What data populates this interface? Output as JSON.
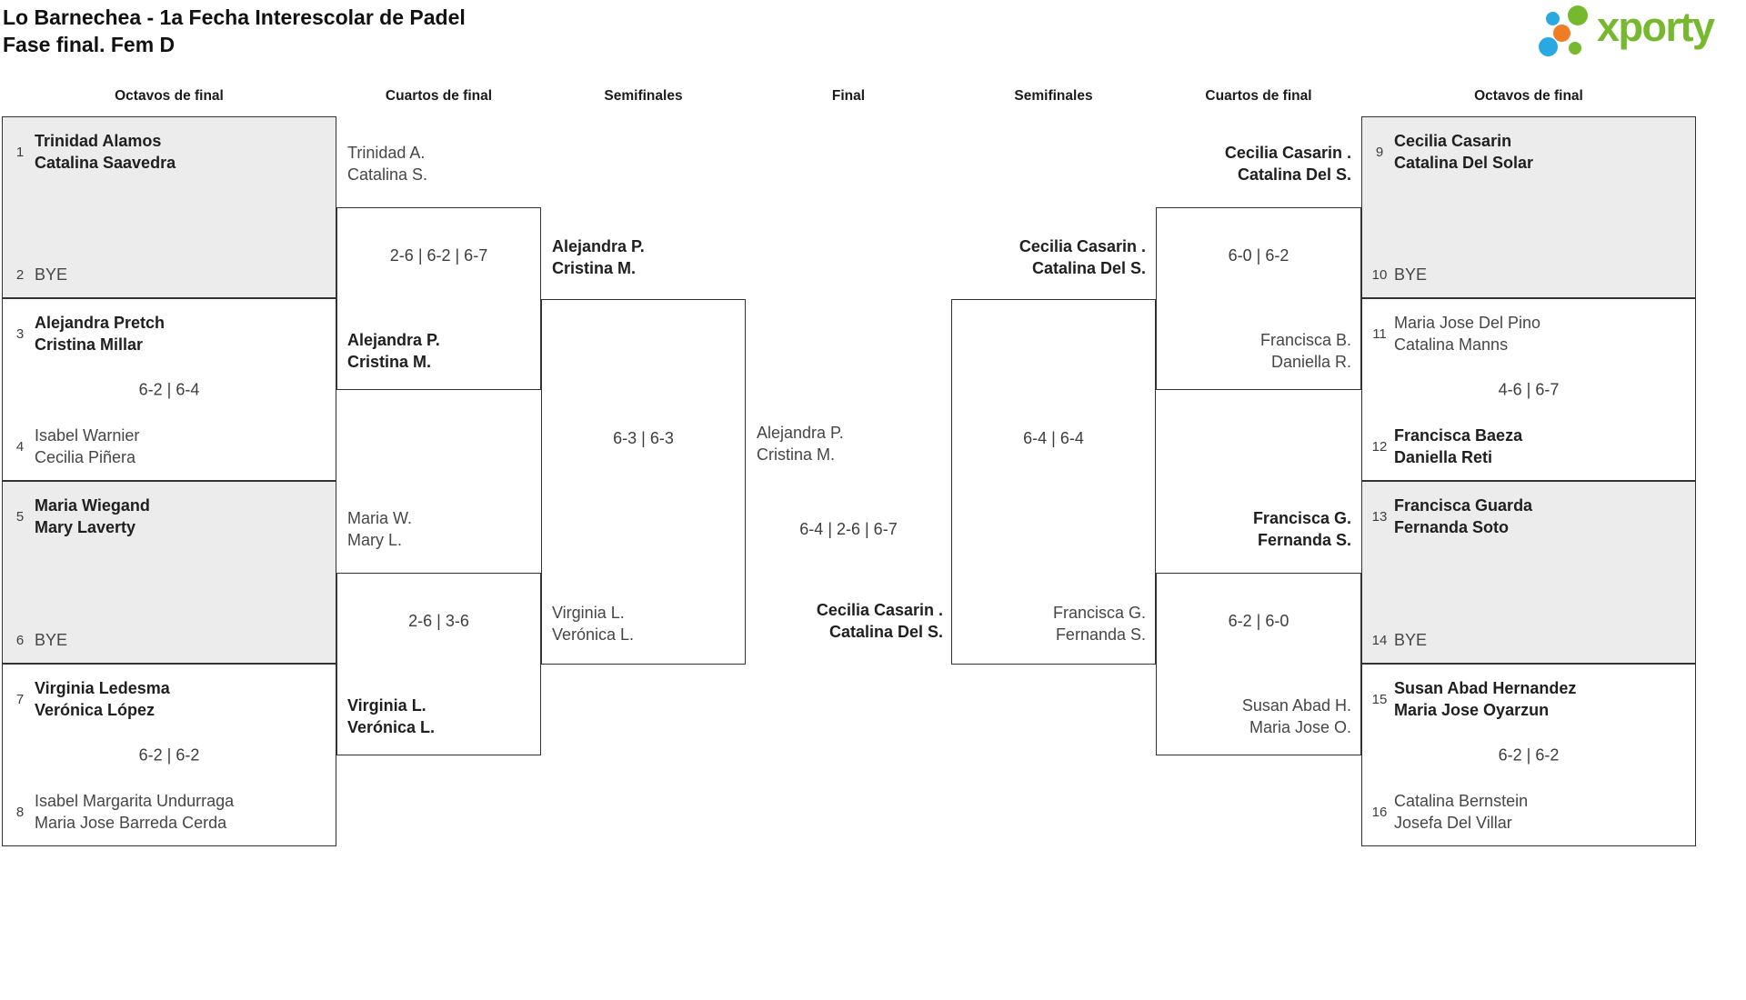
{
  "title": {
    "line1": "Lo Barnechea - 1a Fecha Interescolar de Padel",
    "line2": "Fase final. Fem D"
  },
  "logo": {
    "brand": "xporty"
  },
  "colors": {
    "brand_green": "#76b82e",
    "brand_blue": "#29a8e1",
    "brand_orange": "#ee7d23",
    "box_shade": "#ececec",
    "box_border": "#333333",
    "text_dark": "#1f1f1f",
    "text_regular": "#464646"
  },
  "round_headers": [
    "Octavos de final",
    "Cuartos de final",
    "Semifinales",
    "Final",
    "Semifinales",
    "Cuartos de final",
    "Octavos de final"
  ],
  "octavos": {
    "left": [
      {
        "seed_top": "1",
        "top_l1": "Trinidad Alamos",
        "top_l2": "Catalina Saavedra",
        "score": "",
        "seed_bottom": "2",
        "bottom_l1": "BYE",
        "bottom_l2": ""
      },
      {
        "seed_top": "3",
        "top_l1": "Alejandra Pretch",
        "top_l2": "Cristina Millar",
        "score": "6-2 | 6-4",
        "seed_bottom": "4",
        "bottom_l1": "Isabel Warnier",
        "bottom_l2": "Cecilia Piñera"
      },
      {
        "seed_top": "5",
        "top_l1": "Maria Wiegand",
        "top_l2": "Mary Laverty",
        "score": "",
        "seed_bottom": "6",
        "bottom_l1": "BYE",
        "bottom_l2": ""
      },
      {
        "seed_top": "7",
        "top_l1": "Virginia Ledesma",
        "top_l2": "Verónica López",
        "score": "6-2 | 6-2",
        "seed_bottom": "8",
        "bottom_l1": "Isabel Margarita Undurraga",
        "bottom_l2": "Maria Jose Barreda Cerda"
      }
    ],
    "right": [
      {
        "seed_top": "9",
        "top_l1": "Cecilia Casarin",
        "top_l2": "Catalina Del Solar",
        "score": "",
        "seed_bottom": "10",
        "bottom_l1": "BYE",
        "bottom_l2": ""
      },
      {
        "seed_top": "11",
        "top_l1": "Maria Jose Del Pino",
        "top_l2": "Catalina Manns",
        "score": "4-6 | 6-7",
        "seed_bottom": "12",
        "bottom_l1": "Francisca Baeza",
        "bottom_l2": "Daniella Reti"
      },
      {
        "seed_top": "13",
        "top_l1": "Francisca Guarda",
        "top_l2": "Fernanda Soto",
        "score": "",
        "seed_bottom": "14",
        "bottom_l1": "BYE",
        "bottom_l2": ""
      },
      {
        "seed_top": "15",
        "top_l1": "Susan Abad Hernandez",
        "top_l2": "Maria Jose Oyarzun",
        "score": "6-2 | 6-2",
        "seed_bottom": "16",
        "bottom_l1": "Catalina Bernstein",
        "bottom_l2": "Josefa Del Villar"
      }
    ]
  },
  "matches": {
    "qf_left_1": {
      "top": {
        "l1": "Trinidad A.",
        "l2": "Catalina S."
      },
      "score": "2-6 | 6-2 | 6-7",
      "bottom": {
        "l1": "Alejandra P.",
        "l2": "Cristina M."
      }
    },
    "qf_left_2": {
      "top": {
        "l1": "Maria W.",
        "l2": "Mary L."
      },
      "score": "2-6 | 3-6",
      "bottom": {
        "l1": "Virginia L.",
        "l2": "Verónica L."
      }
    },
    "sf_left": {
      "top": {
        "l1": "Alejandra P.",
        "l2": "Cristina M."
      },
      "score": "6-3 | 6-3",
      "bottom": {
        "l1": "Virginia L.",
        "l2": "Verónica L."
      }
    },
    "final": {
      "top": {
        "l1": "Alejandra P.",
        "l2": "Cristina M."
      },
      "score": "6-4 | 2-6 | 6-7",
      "winner": {
        "l1": "Cecilia Casarin .",
        "l2": "Catalina Del S."
      }
    },
    "sf_right": {
      "top": {
        "l1": "Cecilia Casarin .",
        "l2": "Catalina Del S."
      },
      "score": "6-4 | 6-4",
      "bottom": {
        "l1": "Francisca G.",
        "l2": "Fernanda S."
      }
    },
    "qf_right_1": {
      "top": {
        "l1": "Cecilia Casarin .",
        "l2": "Catalina Del S."
      },
      "score": "6-0 | 6-2",
      "bottom": {
        "l1": "Francisca B.",
        "l2": "Daniella R."
      }
    },
    "qf_right_2": {
      "top": {
        "l1": "Francisca G.",
        "l2": "Fernanda S."
      },
      "score": "6-2 | 6-0",
      "bottom": {
        "l1": "Susan Abad H.",
        "l2": "Maria Jose O."
      }
    }
  }
}
